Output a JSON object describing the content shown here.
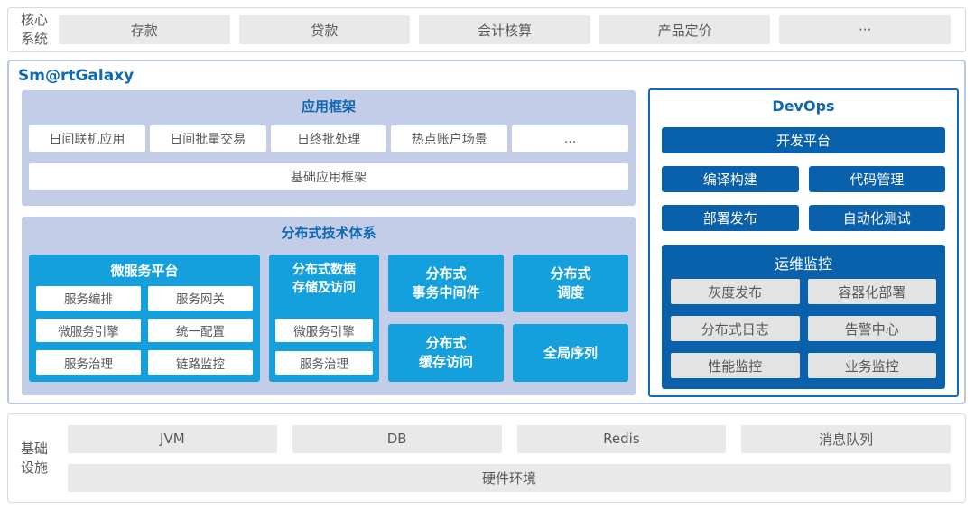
{
  "colors": {
    "accent_blue": "#0E68B1",
    "cyan": "#14A0DC",
    "dark_blue": "#0961AC",
    "panel_lavender": "#C3CDE8",
    "gray_box": "#E9E9E9",
    "text_gray": "#595959",
    "devops_border": "#1569B8",
    "galaxy_border": "#BCC6DC"
  },
  "core_systems": {
    "label": "核心系统",
    "items": [
      "存款",
      "贷款",
      "会计核算",
      "产品定价",
      "···"
    ]
  },
  "galaxy": {
    "title": "Sm@rtGalaxy",
    "app_framework": {
      "title": "应用框架",
      "items": [
        "日间联机应用",
        "日间批量交易",
        "日终批处理",
        "热点账户场景",
        "..."
      ],
      "base": "基础应用框架"
    },
    "distributed": {
      "title": "分布式技术体系",
      "microservice_platform": {
        "title": "微服务平台",
        "items": [
          "服务编排",
          "服务网关",
          "微服务引擎",
          "统一配置",
          "服务治理",
          "链路监控"
        ]
      },
      "data_storage": {
        "title_lines": [
          "分布式数据",
          "存储及访问"
        ],
        "items": [
          "微服务引擎",
          "服务治理"
        ]
      },
      "cells": [
        {
          "lines": [
            "分布式",
            "事务中间件"
          ]
        },
        {
          "lines": [
            "分布式",
            "调度"
          ]
        },
        {
          "lines": [
            "分布式",
            "缓存访问"
          ]
        },
        {
          "lines": [
            "全局序列"
          ]
        }
      ]
    },
    "devops": {
      "title": "DevOps",
      "platform": "开发平台",
      "tools": [
        "编译构建",
        "代码管理",
        "部署发布",
        "自动化测试"
      ],
      "ops_monitor": {
        "title": "运维监控",
        "items": [
          "灰度发布",
          "容器化部署",
          "分布式日志",
          "告警中心",
          "性能监控",
          "业务监控"
        ]
      }
    }
  },
  "infrastructure": {
    "label": "基础设施",
    "items": [
      "JVM",
      "DB",
      "Redis",
      "消息队列"
    ],
    "hardware": "硬件环境"
  }
}
